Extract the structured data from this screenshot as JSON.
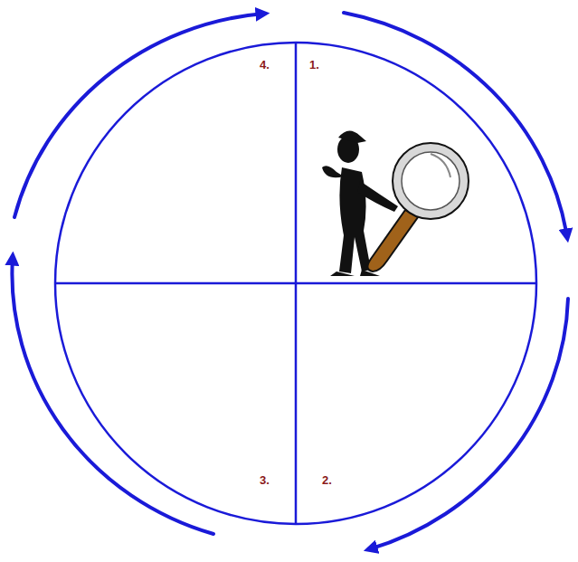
{
  "diagram": {
    "labels": [
      "4.",
      "1.",
      "3.",
      "2."
    ]
  }
}
